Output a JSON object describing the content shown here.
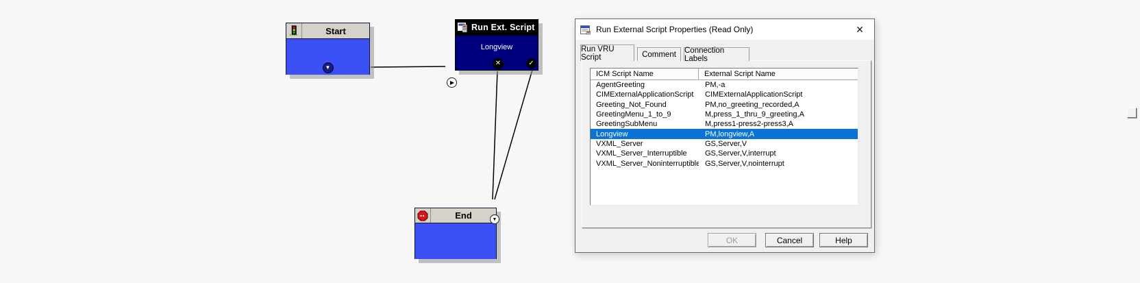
{
  "colors": {
    "node_blue": "#3b50f5",
    "node_navy": "#00007e",
    "node_header_gray": "#d5d2ca",
    "selection_blue": "#0b72d6",
    "dialog_bg": "#f0f0f0",
    "canvas_bg": "#f7f7f7"
  },
  "canvas": {
    "start_node": {
      "title": "Start",
      "out_glyph": "▼"
    },
    "run_node": {
      "title": "Run Ext. Script",
      "label": "Longview",
      "in_glyph": "▶",
      "fail_glyph": "✕",
      "success_glyph": "✓"
    },
    "end_node": {
      "title": "End",
      "in_glyph": "▼"
    }
  },
  "dialog": {
    "title": "Run External Script Properties (Read Only)",
    "close_glyph": "✕",
    "tabs": [
      {
        "label": "Run VRU Script",
        "active": true
      },
      {
        "label": "Comment",
        "active": false
      },
      {
        "label": "Connection Labels",
        "active": false
      }
    ],
    "table": {
      "columns": [
        "ICM Script Name",
        "External Script Name"
      ],
      "selected_row": "Longview",
      "rows": [
        {
          "icm": "AgentGreeting",
          "ext": "PM,-a",
          "selected": false
        },
        {
          "icm": "CIMExternalApplicationScript",
          "ext": "CIMExternalApplicationScript",
          "selected": false
        },
        {
          "icm": "Greeting_Not_Found",
          "ext": "PM,no_greeting_recorded,A",
          "selected": false
        },
        {
          "icm": "GreetingMenu_1_to_9",
          "ext": "M,press_1_thru_9_greeting,A",
          "selected": false
        },
        {
          "icm": "GreetingSubMenu",
          "ext": "M,press1-press2-press3,A",
          "selected": false
        },
        {
          "icm": "Longview",
          "ext": "PM,longview,A",
          "selected": true
        },
        {
          "icm": "VXML_Server",
          "ext": "GS,Server,V",
          "selected": false
        },
        {
          "icm": "VXML_Server_Interruptible",
          "ext": "GS,Server,V,interrupt",
          "selected": false
        },
        {
          "icm": "VXML_Server_Noninterruptible",
          "ext": "GS,Server,V,nointerrupt",
          "selected": false
        }
      ]
    },
    "buttons": [
      {
        "label": "OK",
        "disabled": true
      },
      {
        "label": "Cancel",
        "disabled": false
      },
      {
        "label": "Help",
        "disabled": false
      }
    ]
  }
}
